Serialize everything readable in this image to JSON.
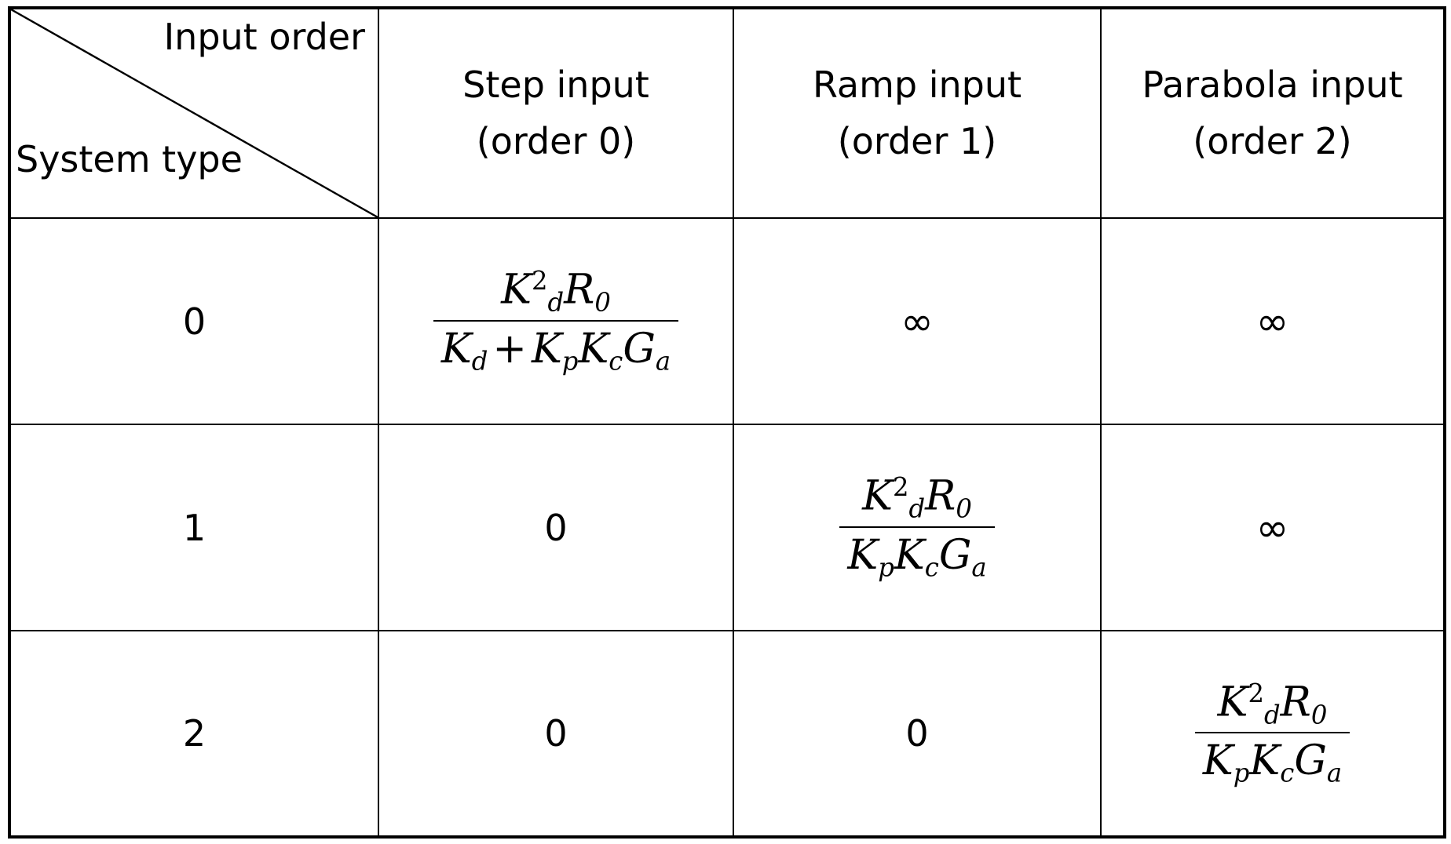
{
  "table": {
    "corner": {
      "top_right_label": "Input order",
      "bottom_left_label": "System type",
      "divider": "diagonal-line"
    },
    "columns": [
      {
        "line1": "Step input",
        "line2": "(order 0)"
      },
      {
        "line1": "Ramp input",
        "line2": "(order 1)"
      },
      {
        "line1": "Parabola input",
        "line2": "(order 2)"
      }
    ],
    "rows": [
      {
        "type": "0",
        "cells": [
          {
            "kind": "fraction",
            "numerator": "K_d^2 R_0",
            "denominator": "K_d + K_p K_c G_a",
            "num_parts": {
              "k": "K",
              "k_sub": "d",
              "k_sup": "2",
              "r": "R",
              "r_sub": "0"
            },
            "den_parts": [
              {
                "base": "K",
                "sub": "d"
              },
              {
                "op": "+"
              },
              {
                "base": "K",
                "sub": "p"
              },
              {
                "base": "K",
                "sub": "c"
              },
              {
                "base": "G",
                "sub": "a"
              }
            ]
          },
          {
            "kind": "symbol",
            "text": "∞"
          },
          {
            "kind": "symbol",
            "text": "∞"
          }
        ]
      },
      {
        "type": "1",
        "cells": [
          {
            "kind": "value",
            "text": "0"
          },
          {
            "kind": "fraction",
            "numerator": "K_d^2 R_0",
            "denominator": "K_p K_c G_a",
            "num_parts": {
              "k": "K",
              "k_sub": "d",
              "k_sup": "2",
              "r": "R",
              "r_sub": "0"
            },
            "den_parts": [
              {
                "base": "K",
                "sub": "p"
              },
              {
                "base": "K",
                "sub": "c"
              },
              {
                "base": "G",
                "sub": "a"
              }
            ]
          },
          {
            "kind": "symbol",
            "text": "∞"
          }
        ]
      },
      {
        "type": "2",
        "cells": [
          {
            "kind": "value",
            "text": "0"
          },
          {
            "kind": "value",
            "text": "0"
          },
          {
            "kind": "fraction",
            "numerator": "K_d^2 R_0",
            "denominator": "K_p K_c G_a",
            "num_parts": {
              "k": "K",
              "k_sub": "d",
              "k_sup": "2",
              "r": "R",
              "r_sub": "0"
            },
            "den_parts": [
              {
                "base": "K",
                "sub": "p"
              },
              {
                "base": "K",
                "sub": "c"
              },
              {
                "base": "G",
                "sub": "a"
              }
            ]
          }
        ]
      }
    ]
  },
  "colors": {
    "border": "#000000",
    "text": "#000000",
    "background": "#ffffff"
  }
}
